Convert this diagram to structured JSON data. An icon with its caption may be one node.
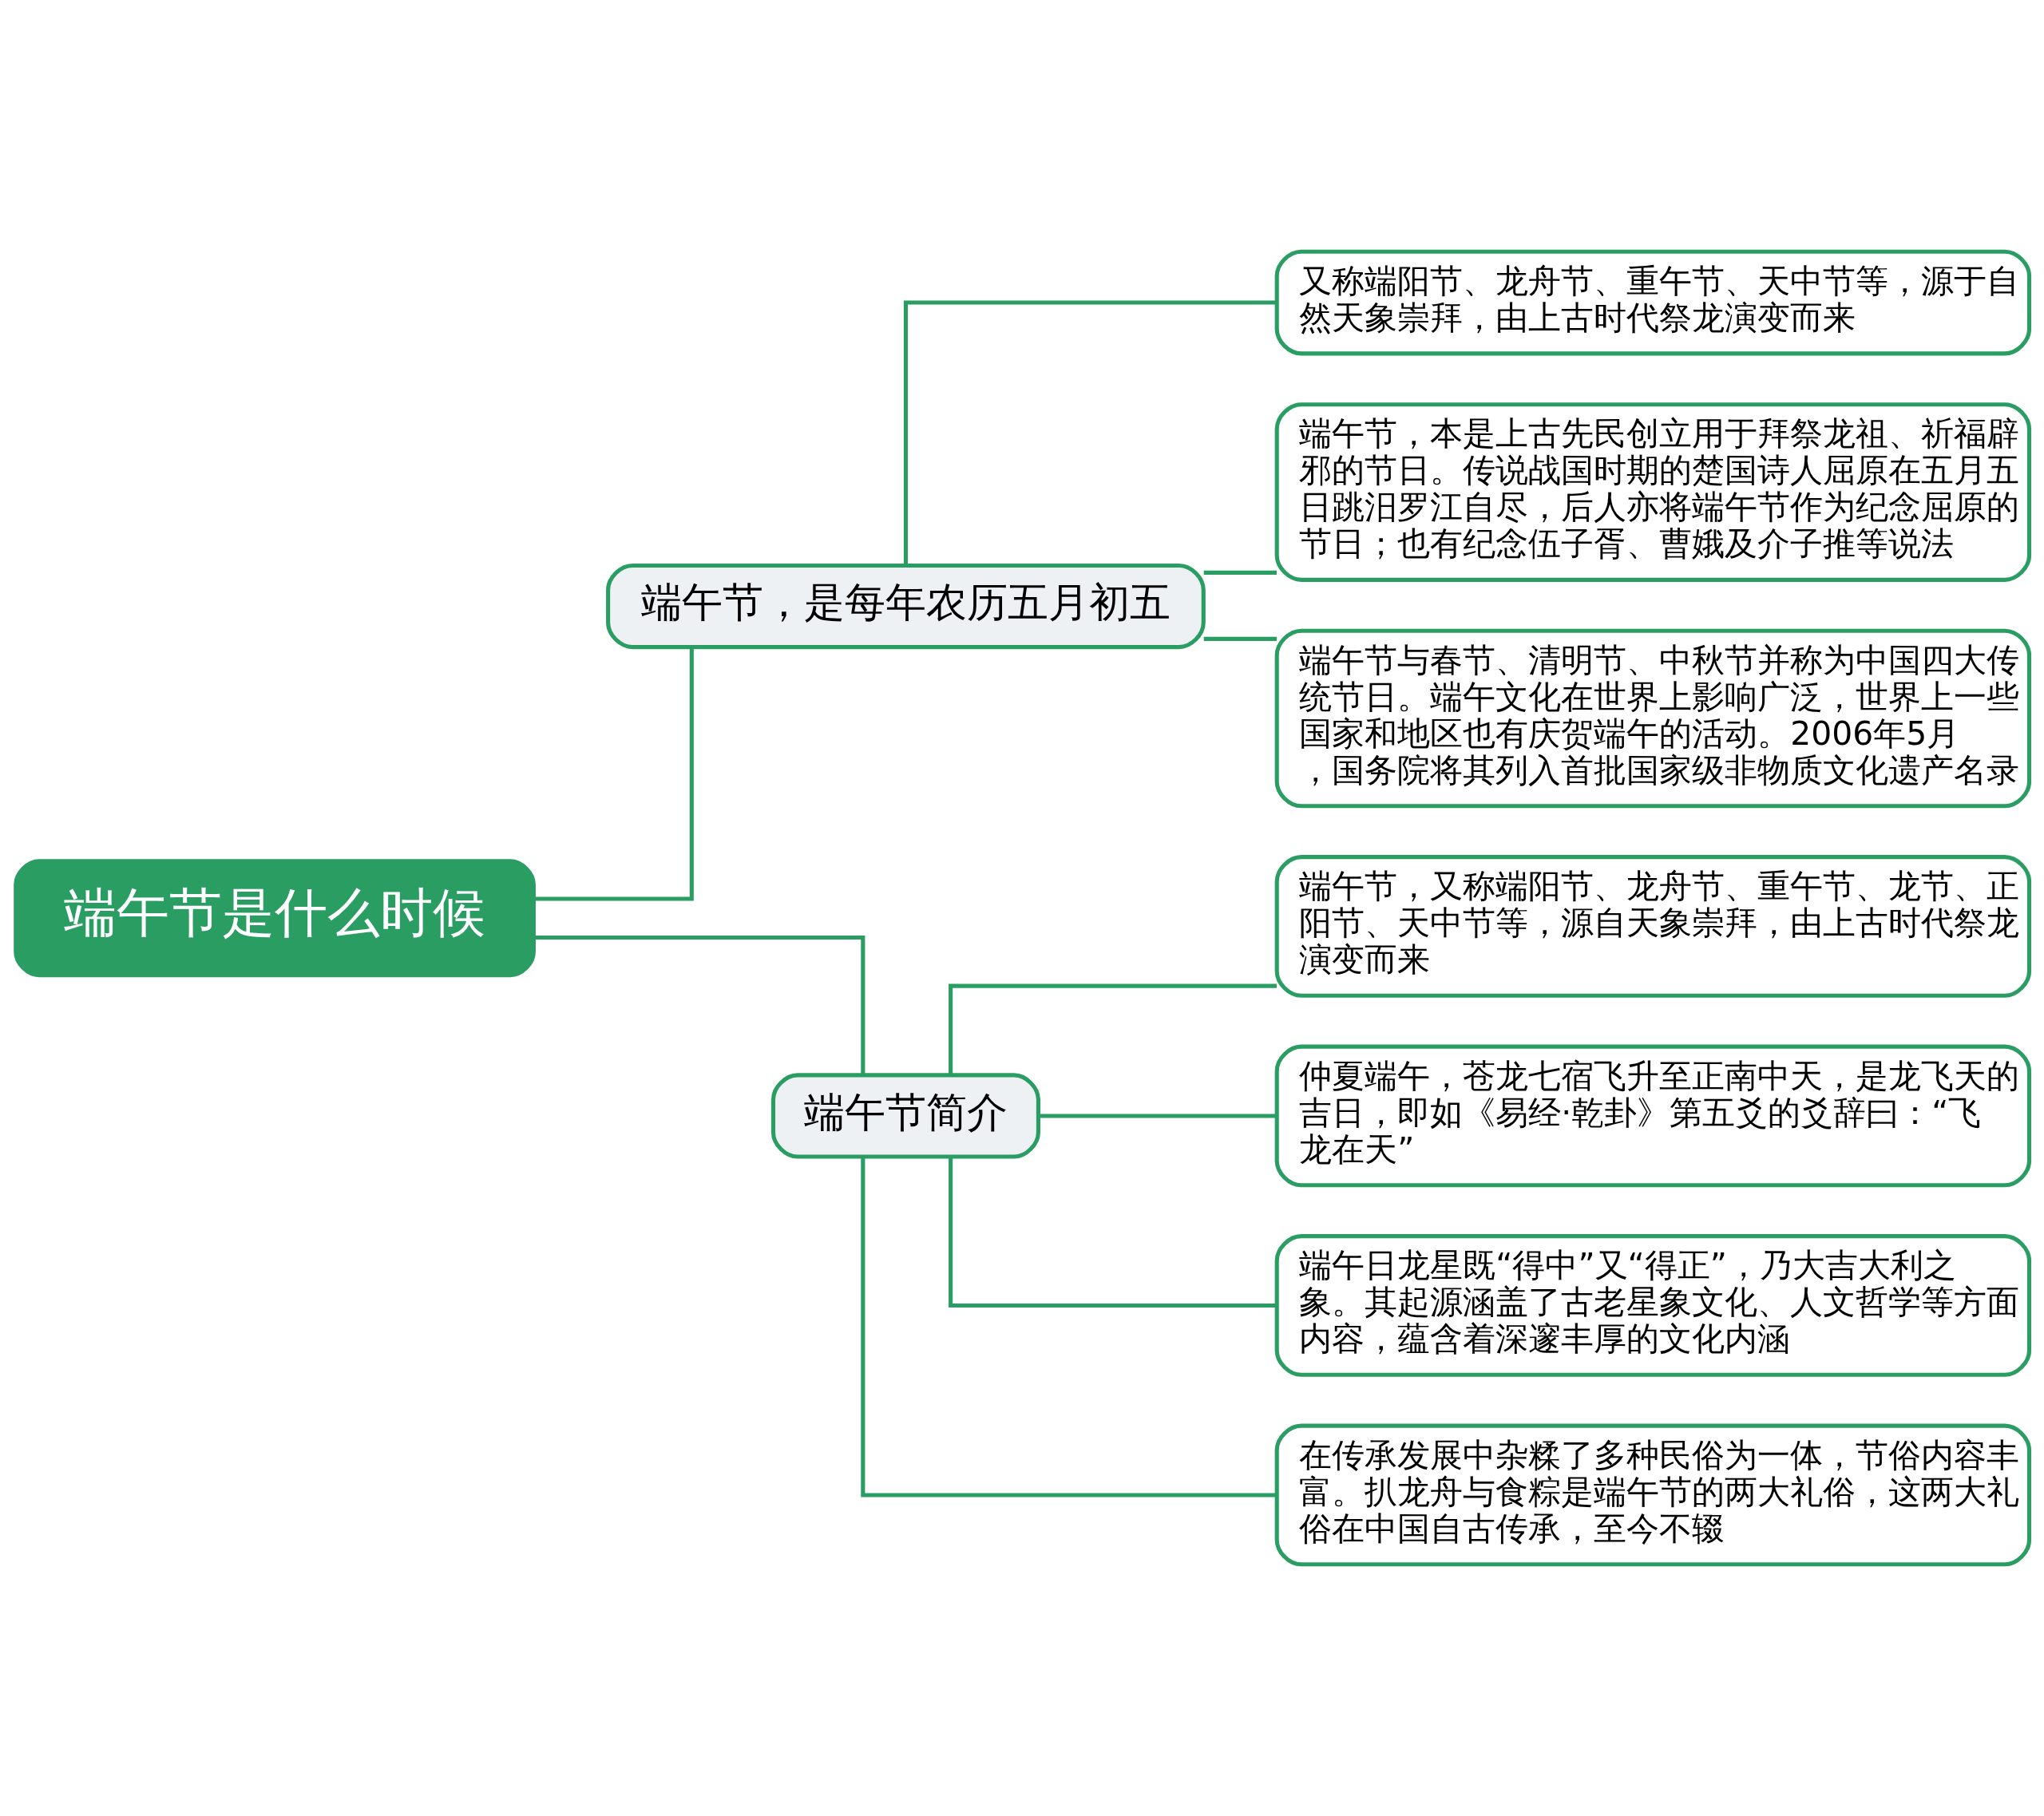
{
  "diagram": {
    "nodes": [
      {
        "text": [
          "端午节是什么时候"
        ]
      },
      {
        "text": [
          "端午节，是每年农历五月初五"
        ]
      },
      {
        "text": [
          "又称端阳节、龙舟节、重午节、天中节等，源于自然天象崇拜，由上古时代祭龙演变而来"
        ]
      },
      {
        "text": [
          "端午节，本是上古先民创立用于拜祭龙祖、祈福辟邪的节日。传说战国时期的楚国诗人屈原在五月五日跳汨罗江自尽，后人亦将端午节作为纪念屈原的节日；也有纪念伍子胥、曹娥及介子推等说法"
        ]
      },
      {
        "text": [
          "端午节与春节、清明节、中秋节并称为中国四大传统节日。端午文化在世界上影响广泛，世界上一些国家和地区也有庆贺端午的活动。2006年5月，国务院将其列入首批国家级非物质文化遗产名录"
        ]
      },
      {
        "text": [
          "端午节简介"
        ]
      },
      {
        "text": [
          "端午节，又称端阳节、龙舟节、重午节、龙节、正阳节、天中节等，源自天象崇拜，由上古时代祭龙演变而来"
        ]
      },
      {
        "text": [
          "仲夏端午，苍龙七宿飞升至正南中天，是龙飞天的吉日，即如《易经·乾卦》第五爻的爻辞曰：“飞龙在天”"
        ]
      },
      {
        "text": [
          "端午日龙星既“得中”又“得正”，乃大吉大利之象。其起源涵盖了古老星象文化、人文哲学等方面内容，蕴含着深邃丰厚的文化内涵"
        ]
      },
      {
        "text": [
          "在传承发展中杂糅了多种民俗为一体，节俗内容丰富。扒龙舟与食粽是端午节的两大礼俗，这两大礼俗在中国自古传承，至今不辍"
        ]
      }
    ],
    "edges": [
      {
        "from": 0,
        "to": 1,
        "arrow": "none"
      },
      {
        "from": 0,
        "to": 5,
        "arrow": "none"
      },
      {
        "from": 1,
        "to": 2,
        "arrow": "none"
      },
      {
        "from": 1,
        "to": 3,
        "arrow": "none"
      },
      {
        "from": 1,
        "to": 4,
        "arrow": "none"
      },
      {
        "from": 5,
        "to": 6,
        "arrow": "none"
      },
      {
        "from": 5,
        "to": 7,
        "arrow": "none"
      },
      {
        "from": 5,
        "to": 8,
        "arrow": "none"
      },
      {
        "from": 5,
        "to": 9,
        "arrow": "none"
      }
    ]
  }
}
